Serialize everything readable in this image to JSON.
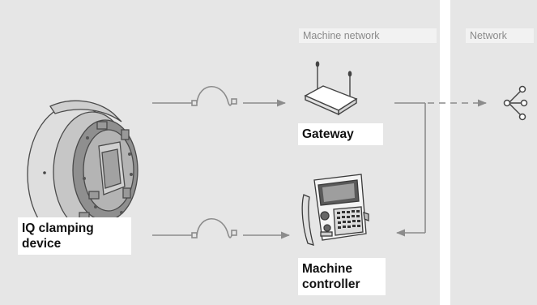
{
  "zones": {
    "machine_network": "Machine network",
    "network": "Network"
  },
  "nodes": {
    "gateway": "Gateway",
    "clamping_device": "IQ clamping\ndevice",
    "machine_controller": "Machine\ncontroller"
  },
  "colors": {
    "panel": "#e6e6e6",
    "line": "#8c8c8c",
    "zone_label_bg": "#f2f2f2",
    "zone_label_text": "#8a8a8a"
  },
  "icons": [
    "clamping-device-icon",
    "gateway-router-icon",
    "controller-panel-icon",
    "network-share-icon",
    "cable-icon"
  ]
}
